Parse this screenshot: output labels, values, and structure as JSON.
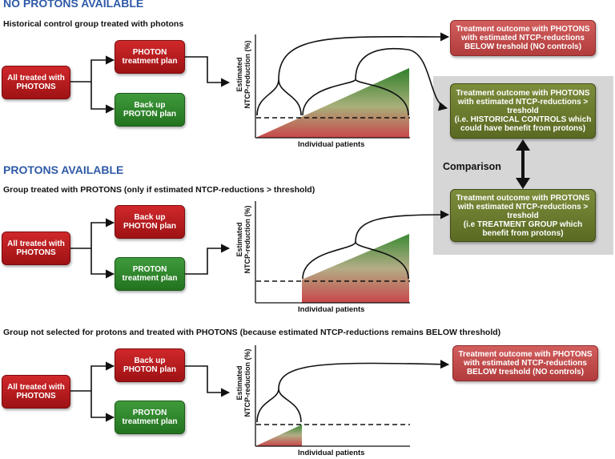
{
  "sections": {
    "no_protons": {
      "heading": "NO PROTONS AVAILABLE",
      "subtitle": "Historical control group treated with photons",
      "all_treated": [
        "All treated with",
        "PHOTONS"
      ],
      "plan_top": [
        "PHOTON",
        "treatment plan"
      ],
      "plan_bottom": [
        "Back up",
        "PROTON plan"
      ]
    },
    "protons": {
      "heading": "PROTONS AVAILABLE",
      "subtitle": "Group treated with PROTONS (only if estimated NTCP-reductions > threshold)",
      "all_treated": [
        "All treated with",
        "PHOTONS"
      ],
      "plan_top": [
        "Back up",
        "PHOTON plan"
      ],
      "plan_bottom": [
        "PROTON",
        "treatment plan"
      ]
    },
    "not_selected": {
      "subtitle": "Group not selected for protons and treated with PHOTONS (because estimated NTCP-reductions remains BELOW threshold)",
      "all_treated": [
        "All treated with",
        "PHOTONS"
      ],
      "plan_top": [
        "Back up",
        "PHOTON plan"
      ],
      "plan_bottom": [
        "PROTON",
        "treatment plan"
      ]
    }
  },
  "axes": {
    "ylabel": [
      "Estimated",
      "NTCP-reduction (%)"
    ],
    "xlabel": "Individual patients"
  },
  "outcomes": {
    "below_threshold_1": [
      "Treatment outcome with PHOTONS",
      "with estimated NTCP-reductions",
      "BELOW treshold  (NO controls)"
    ],
    "historical_controls": [
      "Treatment outcome with PHOTONS",
      "with estimated NTCP-reductions >",
      "treshold",
      "(i.e. HISTORICAL CONTROLS which",
      "could have benefit from protons)"
    ],
    "treatment_group": [
      "Treatment outcome with PROTONS",
      "with estimated NTCP-reductions >",
      "treshold",
      "(i.e TREATMENT GROUP which",
      "benefit from protons)"
    ],
    "below_threshold_2": [
      "Treatment outcome with PHOTONS",
      "with estimated NTCP-reductions",
      "BELOW treshold  (NO controls)"
    ]
  },
  "comparison_label": "Comparison",
  "colors": {
    "heading_blue": "#2e5aa6",
    "red_box": "#b71c1f",
    "green_box": "#2e8529",
    "rose_box": "#c44c4c",
    "olive_box": "#6b7b2e",
    "panel_grey": "#d6d6d6"
  }
}
